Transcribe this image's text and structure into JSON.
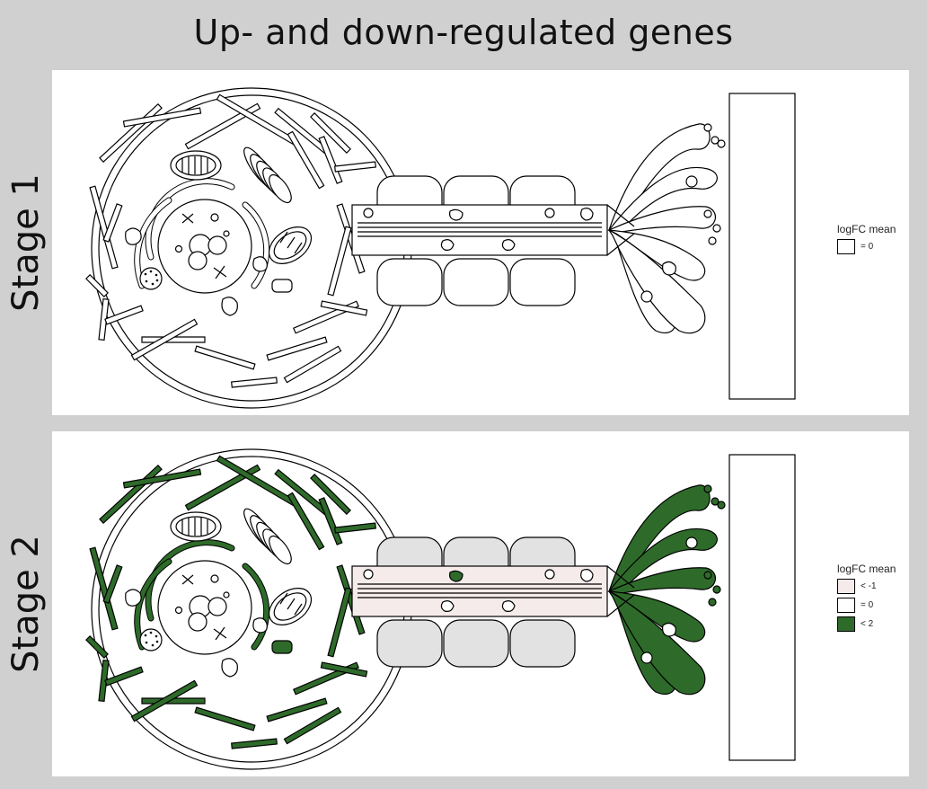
{
  "title": "Up- and down-regulated genes",
  "colors": {
    "background": "#d0d0d0",
    "panel": "#ffffff",
    "up": "#2e6b2a",
    "down": "#f4ebea",
    "neutral": "#ffffff",
    "gray": "#e2e2e2"
  },
  "stages": [
    {
      "label": "Stage 1",
      "legend": {
        "title": "logFC mean",
        "items": [
          {
            "label": "= 0",
            "color": "#ffffff"
          }
        ]
      },
      "fills": {
        "cytoskeleton": "#ffffff",
        "er": "#ffffff",
        "mito_small": "#ffffff",
        "axon": "#ffffff",
        "synapse": "#ffffff",
        "vesicle": "#ffffff",
        "schwann": "#ffffff"
      }
    },
    {
      "label": "Stage 2",
      "legend": {
        "title": "logFC mean",
        "items": [
          {
            "label": "< -1",
            "color": "#f4ebea"
          },
          {
            "label": "= 0",
            "color": "#ffffff"
          },
          {
            "label": "< 2",
            "color": "#2e6b2a"
          }
        ]
      },
      "fills": {
        "cytoskeleton": "#2e6b2a",
        "er": "#2e6b2a",
        "mito_small": "#2e6b2a",
        "axon": "#f4ebea",
        "synapse": "#2e6b2a",
        "vesicle": "#2e6b2a",
        "schwann": "#e2e2e2"
      }
    }
  ]
}
